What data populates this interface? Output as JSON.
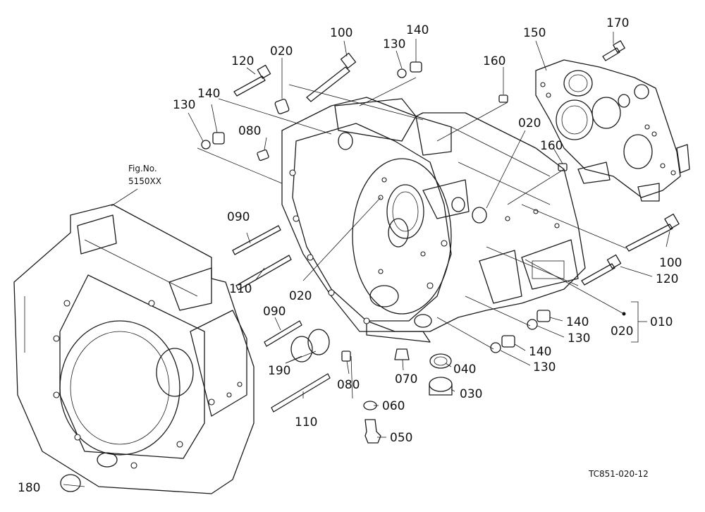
{
  "figure_ref": {
    "line1": "Fig.No.",
    "line2": "5150XX"
  },
  "drawing_code": "TC851-020-12",
  "parts": {
    "p010": "010",
    "p020": "020",
    "p030": "030",
    "p040": "040",
    "p050": "050",
    "p060": "060",
    "p070": "070",
    "p080": "080",
    "p090": "090",
    "p100": "100",
    "p110": "110",
    "p120": "120",
    "p130": "130",
    "p140": "140",
    "p150": "150",
    "p160": "160",
    "p170": "170",
    "p180": "180",
    "p190": "190"
  }
}
